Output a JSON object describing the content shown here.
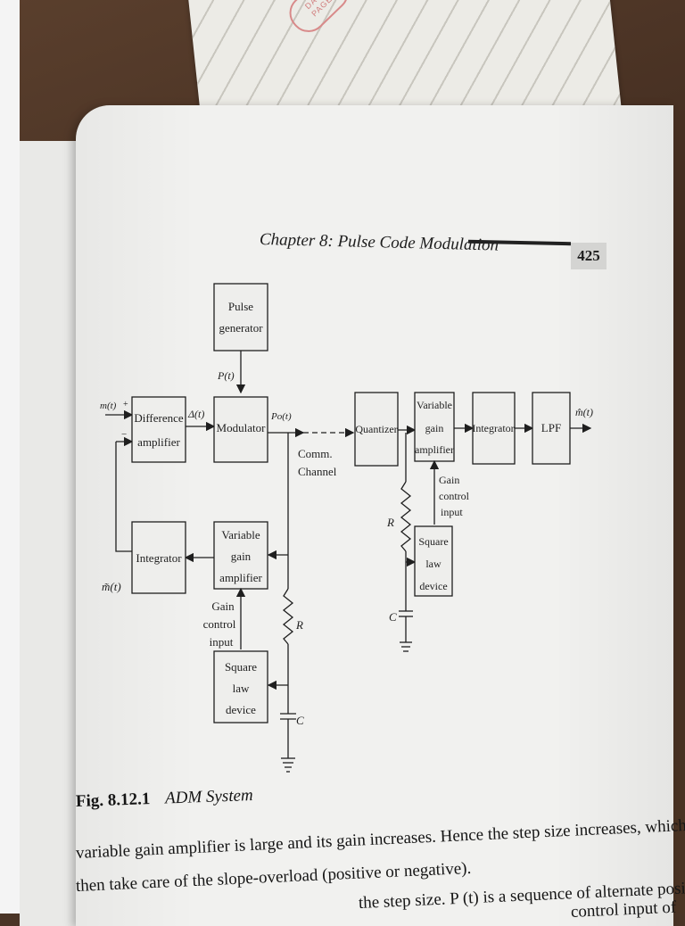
{
  "notebook": {
    "stamp_line1": "DATE",
    "stamp_line2": "PAGE"
  },
  "header": {
    "title": "Chapter 8: Pulse Code Modulation",
    "page_number": "425"
  },
  "diagram": {
    "transmitter": {
      "pulse_generator": [
        "Pulse",
        "generator"
      ],
      "pulse_signal": "P(t)",
      "input_signal": "m(t)",
      "plus_sign": "+",
      "minus_sign": "−",
      "difference_amplifier": [
        "Difference",
        "amplifier"
      ],
      "error_signal": "Δ(t)",
      "modulator": "Modulator",
      "modulator_output": "Po(t)",
      "comm_channel": [
        "Comm.",
        "Channel"
      ],
      "integrator": "Integrator",
      "feedback_signal": "m̃(t)",
      "variable_gain_amplifier": [
        "Variable",
        "gain",
        "amplifier"
      ],
      "gain_control": [
        "Gain",
        "control",
        "input"
      ],
      "square_law_device": [
        "Square",
        "law",
        "device"
      ],
      "resistor": "R",
      "capacitor": "C"
    },
    "receiver": {
      "quantizer": "Quantizer",
      "variable_gain_amplifier": [
        "Variable",
        "gain",
        "amplifier"
      ],
      "integrator": "Integrator",
      "lpf": "LPF",
      "output_signal": "m̂(t)",
      "gain_control": [
        "Gain",
        "control",
        "input"
      ],
      "square_law_device": [
        "Square",
        "law",
        "device"
      ],
      "resistor": "R",
      "capacitor": "C"
    }
  },
  "figure": {
    "number": "Fig. 8.12.1",
    "title": "ADM System"
  },
  "body_text": [
    "variable gain amplifier is large and its gain increases. Hence the step size increases, which can",
    "then take care of the slope-overload (positive or negative).",
    "the step size. P (t) is a sequence of alternate positive and",
    "control input of"
  ]
}
